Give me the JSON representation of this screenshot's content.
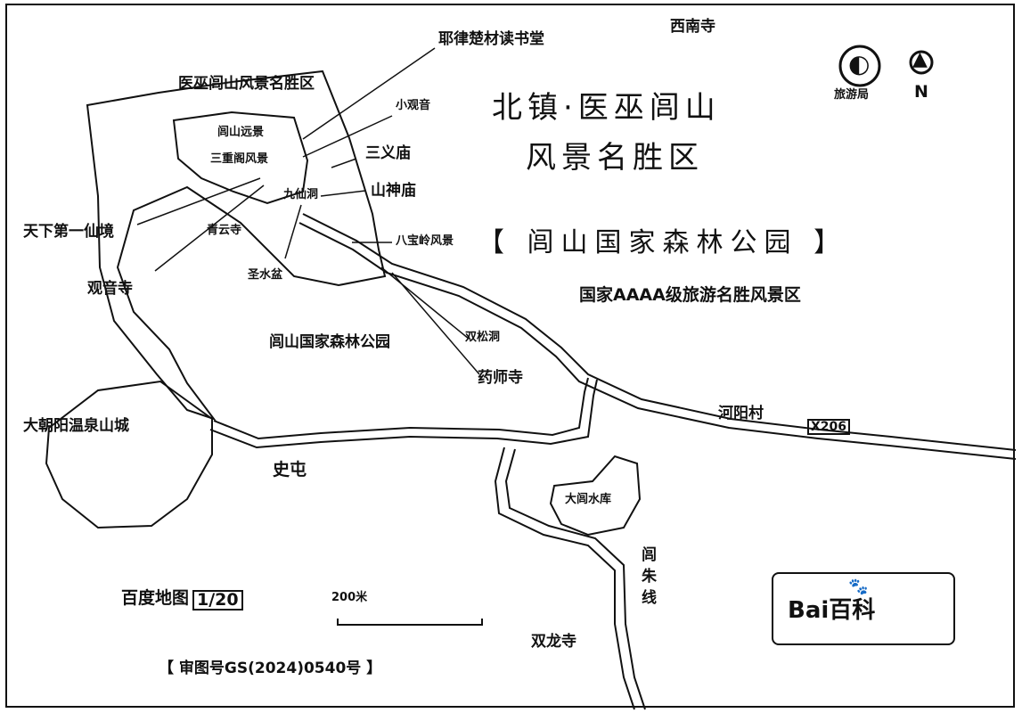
{
  "title": {
    "line1": "北镇·医巫闾山",
    "line2": "风景名胜区",
    "park": "【 闾山国家森林公园 】",
    "rating": "国家AAAA级旅游名胜风景区"
  },
  "labels": {
    "xilin_temple": "西南寺",
    "scenic_area": "医巫闾山风景名胜区",
    "tourist_center": "耶律楚材读书堂",
    "xiaoguanyin": "小观音",
    "sanyi": "三义庙",
    "lushan_peak": "闾山远景",
    "sanzhong": "三重阁风景",
    "shenshan": "山神庙",
    "jiuxian": "九仙洞",
    "bahuang": "八宝岭风景",
    "tianxia": "天下第一仙境",
    "guanyin_temple": "观音寺",
    "qingyun": "青云寺",
    "shengshui": "圣水盆",
    "forest_park": "闾山国家森林公园",
    "shuangsong": "双松洞",
    "yaoshi": "药师寺",
    "dachao": "大朝阳温泉山城",
    "heyang": "河阳村",
    "route_code": "X206",
    "shitun": "史屯",
    "reservoir": "大闾水库",
    "road_vertical": "闾朱线",
    "shuanglong": "双龙寺"
  },
  "compass": {
    "logo_text": "旅游局",
    "north": "N"
  },
  "scale": {
    "brand": "百度地图",
    "size": "1/20",
    "distance": "200米"
  },
  "approval": "【 审图号GS(2024)0540号 】",
  "watermark": "Bai百科",
  "colors": {
    "ink": "#111111",
    "background": "#ffffff"
  }
}
